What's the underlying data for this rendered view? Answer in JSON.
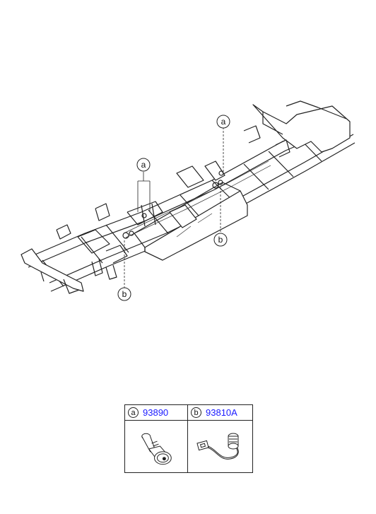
{
  "callouts": {
    "a_left": "a",
    "a_right": "a",
    "b_left": "b",
    "b_right": "b"
  },
  "parts": [
    {
      "letter": "a",
      "number": "93890",
      "icon": "pressure-switch-icon"
    },
    {
      "letter": "b",
      "number": "93810A",
      "icon": "sensor-with-connector-icon"
    }
  ],
  "colors": {
    "part_number": "#1a1aff",
    "line": "#222222"
  }
}
